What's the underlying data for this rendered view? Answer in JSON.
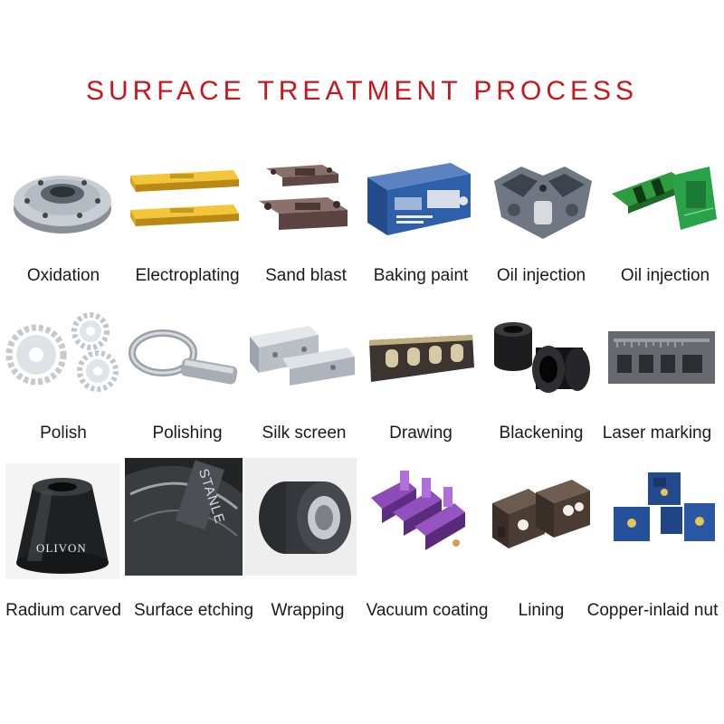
{
  "title": "SURFACE TREATMENT PROCESS",
  "colors": {
    "title": "#c8161d",
    "label": "#1a1a1a",
    "background": "#ffffff"
  },
  "items": [
    {
      "label": "Oxidation",
      "icon": "aluminum-chuck-icon"
    },
    {
      "label": "Electroplating",
      "icon": "gold-plated-bar-icon"
    },
    {
      "label": "Sand blast",
      "icon": "bronze-bracket-icon"
    },
    {
      "label": "Baking paint",
      "icon": "blue-panel-icon"
    },
    {
      "label": "Oil injection",
      "icon": "engine-block-icon"
    },
    {
      "label": "Oil injection",
      "icon": "green-circuit-board-icon"
    },
    {
      "label": "Polish",
      "icon": "silver-gears-icon"
    },
    {
      "label": "Polishing",
      "icon": "steel-ring-handle-icon"
    },
    {
      "label": "Silk screen",
      "icon": "silver-blocks-icon"
    },
    {
      "label": "Drawing",
      "icon": "slotted-plate-icon"
    },
    {
      "label": "Blackening",
      "icon": "black-bushings-icon"
    },
    {
      "label": "Laser marking",
      "icon": "grey-scale-plate-icon"
    },
    {
      "label": "Radium carved",
      "icon": "black-cone-icon",
      "brand": "OLIVON"
    },
    {
      "label": "Surface etching",
      "icon": "etched-cover-icon",
      "brand": "STANLE"
    },
    {
      "label": "Wrapping",
      "icon": "bearing-roller-icon"
    },
    {
      "label": "Vacuum coating",
      "icon": "purple-clamps-icon"
    },
    {
      "label": "Lining",
      "icon": "brown-blocks-icon"
    },
    {
      "label": "Copper-inlaid nut",
      "icon": "blue-blocks-icon"
    }
  ]
}
